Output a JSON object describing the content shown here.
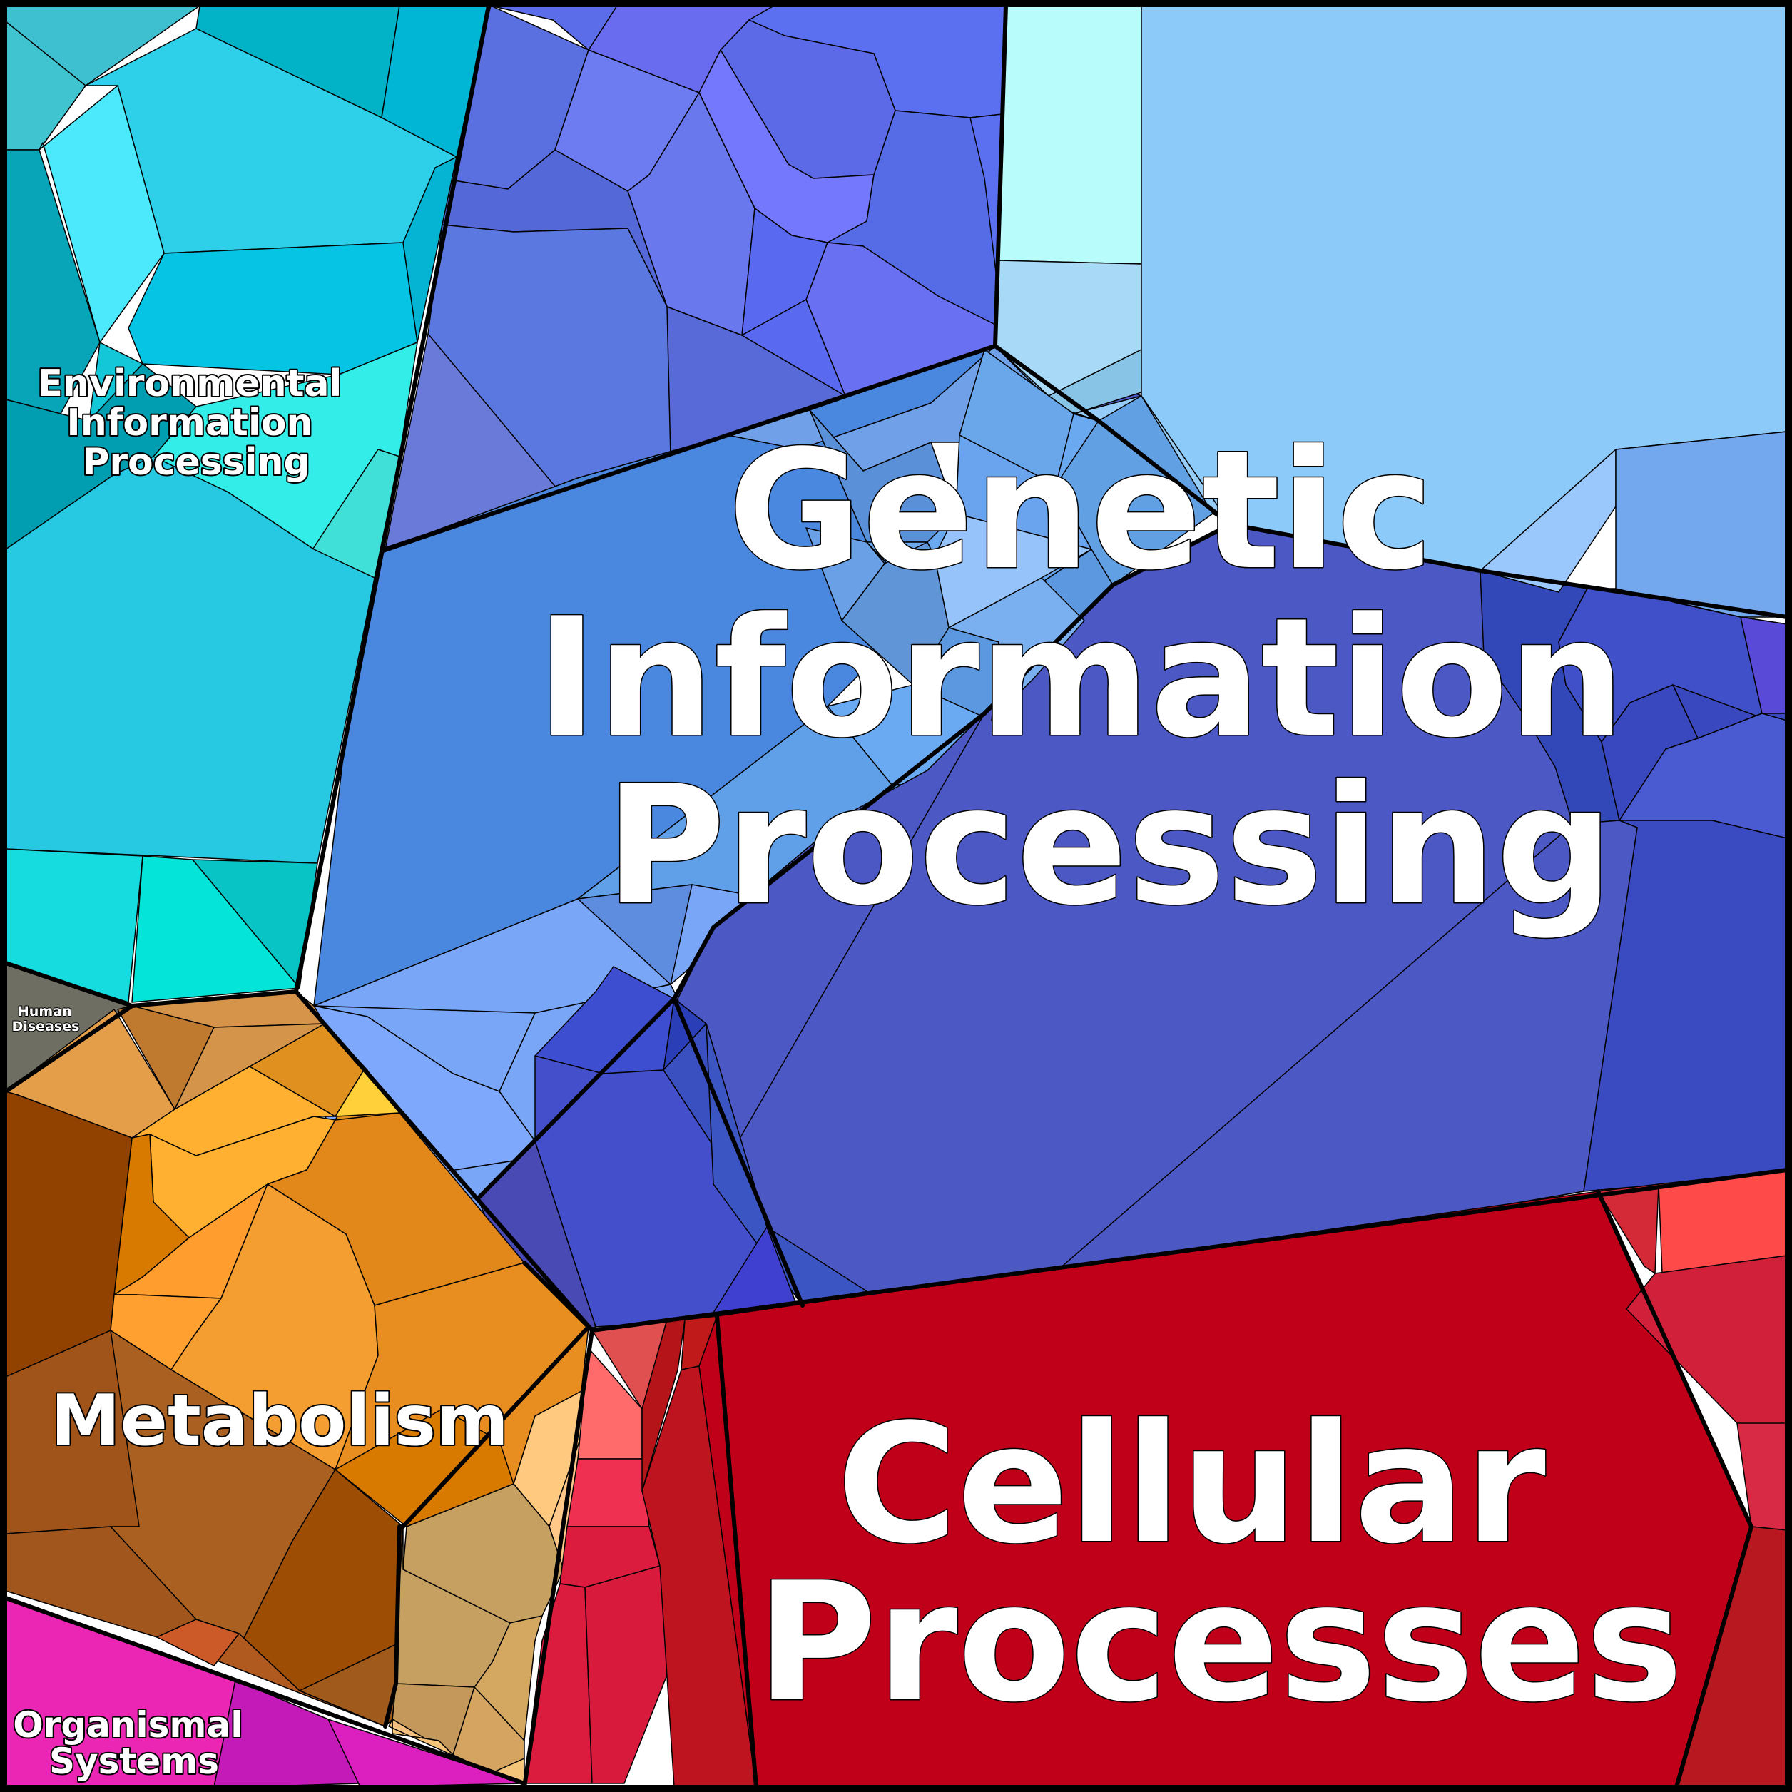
{
  "categories": {
    "environmental": {
      "lines": [
        "Environmental",
        "Information",
        "Processing"
      ],
      "color": "#22c8e3"
    },
    "genetic": {
      "lines": [
        "Genetic",
        "Information",
        "Processing"
      ],
      "color": "#4a5ec8"
    },
    "human_diseases": {
      "lines": [
        "Human",
        "Diseases"
      ],
      "color": "#6e6e62"
    },
    "metabolism": {
      "lines": [
        "Metabolism"
      ],
      "color": "#e08a1e"
    },
    "cellular": {
      "lines": [
        "Cellular",
        "Processes"
      ],
      "color": "#c00018"
    },
    "organismal": {
      "lines": [
        "Organismal",
        "Systems"
      ],
      "color": "#e020b8"
    }
  },
  "colors": {
    "border": "#000000",
    "label": "#ffffff"
  }
}
